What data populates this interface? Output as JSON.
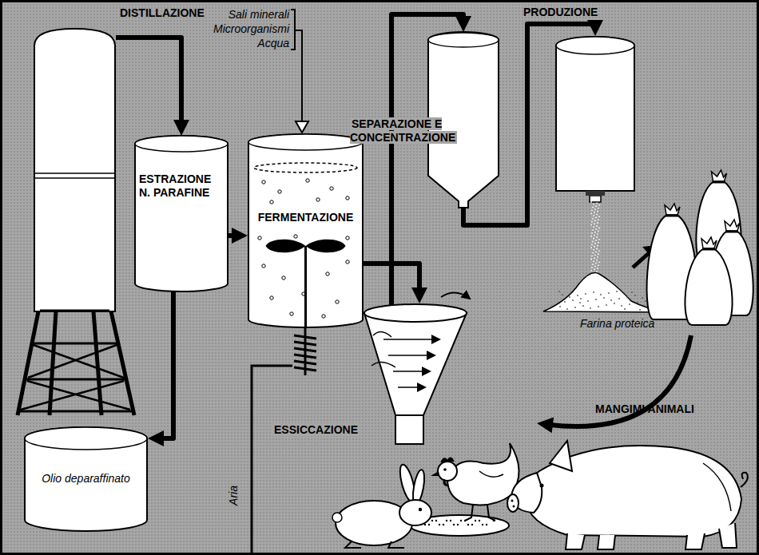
{
  "diagram": {
    "nodes": [
      {
        "text": [
          "DISTILLAZIONE"
        ]
      },
      {
        "text": [
          "ESTRAZIONE N. PARAFINE"
        ]
      },
      {
        "text": [
          "Olio deparaffinato"
        ]
      },
      {
        "text": [
          "FERMENTAZIONE"
        ]
      },
      {
        "text": [
          "ESSICCAZIONE"
        ]
      },
      {
        "text": [
          "SEPARAZIONE E CONCENTRAZIONE"
        ]
      },
      {
        "text": [
          "PRODUZIONE"
        ]
      },
      {
        "text": [
          "Farina proteica"
        ]
      },
      {
        "text": [
          "MANGIMI ANIMALI"
        ]
      }
    ],
    "edges": [
      {
        "from": 0,
        "to": 1,
        "arrow": "to"
      },
      {
        "from": 1,
        "to": 3,
        "arrow": "to"
      },
      {
        "from": 1,
        "to": 2,
        "arrow": "to"
      },
      {
        "from": 3,
        "to": 4,
        "arrow": "to"
      },
      {
        "from": 4,
        "to": 5,
        "arrow": "to"
      },
      {
        "from": 5,
        "to": 6,
        "arrow": "to"
      },
      {
        "from": 7,
        "to": 8,
        "arrow": "to"
      }
    ],
    "labels": [
      "Sali minerali",
      "Microorganismi",
      "Acqua",
      "Aria"
    ]
  }
}
